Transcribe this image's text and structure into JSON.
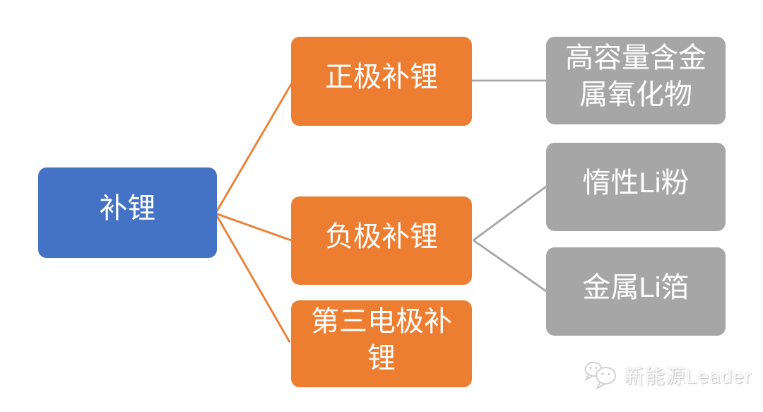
{
  "diagram": {
    "root": {
      "label": "补锂"
    },
    "level1": [
      {
        "label": "正极补锂"
      },
      {
        "label": "负极补锂"
      },
      {
        "label": "第三电极补锂"
      }
    ],
    "level2": [
      {
        "label": "高容量含金属氧化物",
        "parent": "正极补锂"
      },
      {
        "label": "惰性Li粉",
        "parent": "负极补锂"
      },
      {
        "label": "金属Li箔",
        "parent": "负极补锂"
      }
    ],
    "colors": {
      "root_node": "#4472C4",
      "branch_node": "#ED7D31",
      "leaf_node": "#A6A6A6",
      "connector_orange": "#ED7D31",
      "connector_gray": "#A6A6A6",
      "node_text": "#FFFFFF"
    }
  },
  "watermark": {
    "icon": "wechat-icon",
    "text": "新能源Leader"
  }
}
